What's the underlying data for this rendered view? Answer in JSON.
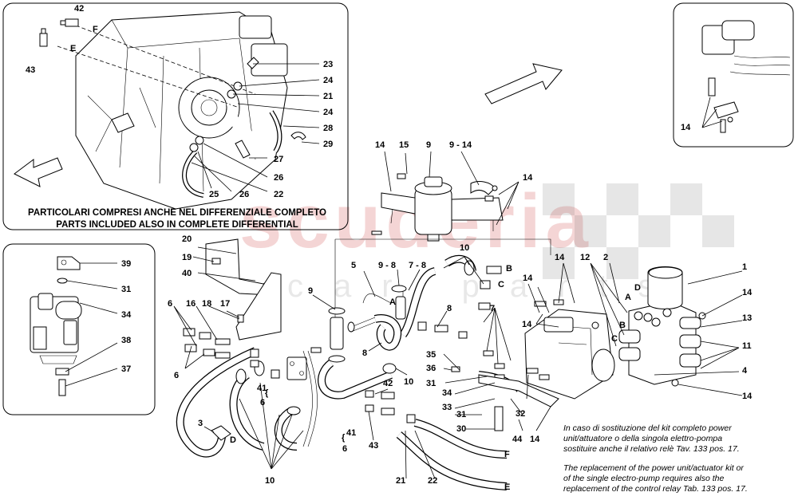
{
  "panel_top_left": {
    "caption_line1": "PARTICOLARI COMPRESI ANCHE NEL DIFFERENZIALE COMPLETO",
    "caption_line2": "PARTS INCLUDED ALSO IN COMPLETE DIFFERENTIAL",
    "callouts": [
      "42",
      "43",
      "23",
      "24",
      "21",
      "24",
      "28",
      "29",
      "27",
      "26",
      "25",
      "26",
      "22"
    ],
    "line_letters": [
      "F",
      "E"
    ]
  },
  "panel_left_inset": {
    "callouts": [
      "39",
      "31",
      "34",
      "38",
      "37"
    ]
  },
  "panel_top_right_inset": {
    "callouts": [
      "14"
    ]
  },
  "main": {
    "callouts": [
      "14",
      "15",
      "9",
      "9 - 14",
      "14",
      "1",
      "2",
      "12",
      "14",
      "14",
      "14",
      "13",
      "11",
      "4",
      "14",
      "20",
      "19",
      "40",
      "6",
      "16",
      "18",
      "17",
      "6",
      "5",
      "9 - 8",
      "7 - 8",
      "9",
      "8",
      "10",
      "7",
      "14",
      "8",
      "10",
      "35",
      "36",
      "31",
      "34",
      "33",
      "31",
      "30",
      "32",
      "44",
      "14",
      "42",
      "43",
      "41",
      "6",
      "41",
      "6",
      "3",
      "10",
      "21",
      "22"
    ],
    "hose_letters": [
      "A",
      "B",
      "C",
      "D",
      "F",
      "E"
    ],
    "valve_letters": [
      "D",
      "A",
      "B",
      "C"
    ]
  },
  "note": {
    "it_line1": "In caso di sostituzione del kit completo power",
    "it_line2": "unit/attuatore o della singola elettro-pompa",
    "it_line3": "sostituire anche il relativo relè Tav. 133 pos. 17.",
    "en_line1": "The replacement of the power unit/actuator kit or",
    "en_line2": "of the single electro-pump requires also the",
    "en_line3": "replacement of the control relay Tab. 133 pos. 17."
  },
  "watermark": {
    "brand": "scuderia",
    "sub": "car parts"
  }
}
